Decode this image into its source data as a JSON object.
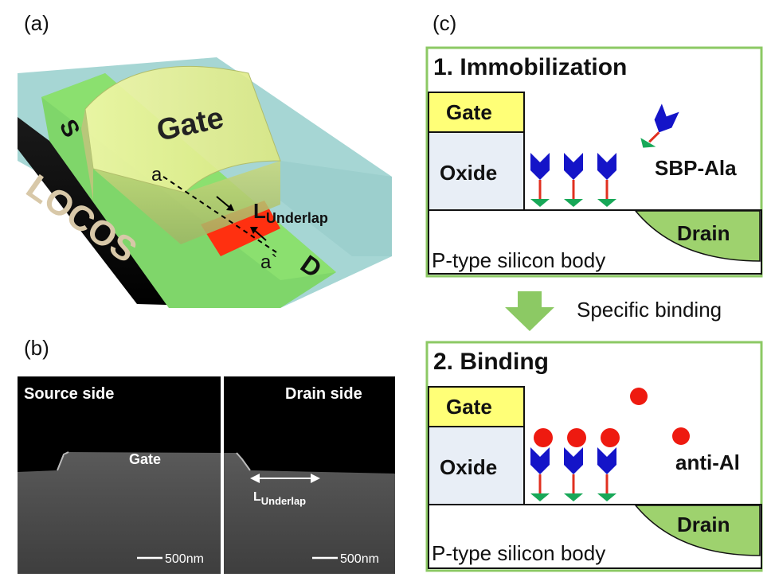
{
  "panel_a": {
    "label": "(a)",
    "gate": "Gate",
    "source": "S",
    "drain": "D",
    "locos": "LOCOS",
    "point_a": "a",
    "point_a_prime": "a`",
    "underlap_main": "L",
    "underlap_sub": "Underlap"
  },
  "panel_b": {
    "label": "(b)",
    "source_side": "Source side",
    "drain_side": "Drain side",
    "gate": "Gate",
    "underlap_main": "L",
    "underlap_sub": "Underlap",
    "scale_left": "500nm",
    "scale_right": "500nm"
  },
  "panel_c": {
    "label": "(c)",
    "step1_title": "1. Immobilization",
    "step2_title": "2. Binding",
    "gate": "Gate",
    "oxide": "Oxide",
    "drain": "Drain",
    "body": "P-type silicon body",
    "sbp_label": "SBP-Ala",
    "anti_label": "anti-Al",
    "transition": "Specific binding"
  },
  "colors": {
    "green_accent": "#8cc964",
    "gate_yellow": "#ffff77",
    "oxide_fill": "#e8eef6",
    "drain_green": "#9ed26e",
    "receptor_blue": "#1414c8",
    "stem_red": "#e03020",
    "base_green": "#18a858",
    "analyte_red": "#ee1a10",
    "underlap_red": "#ff3010"
  }
}
